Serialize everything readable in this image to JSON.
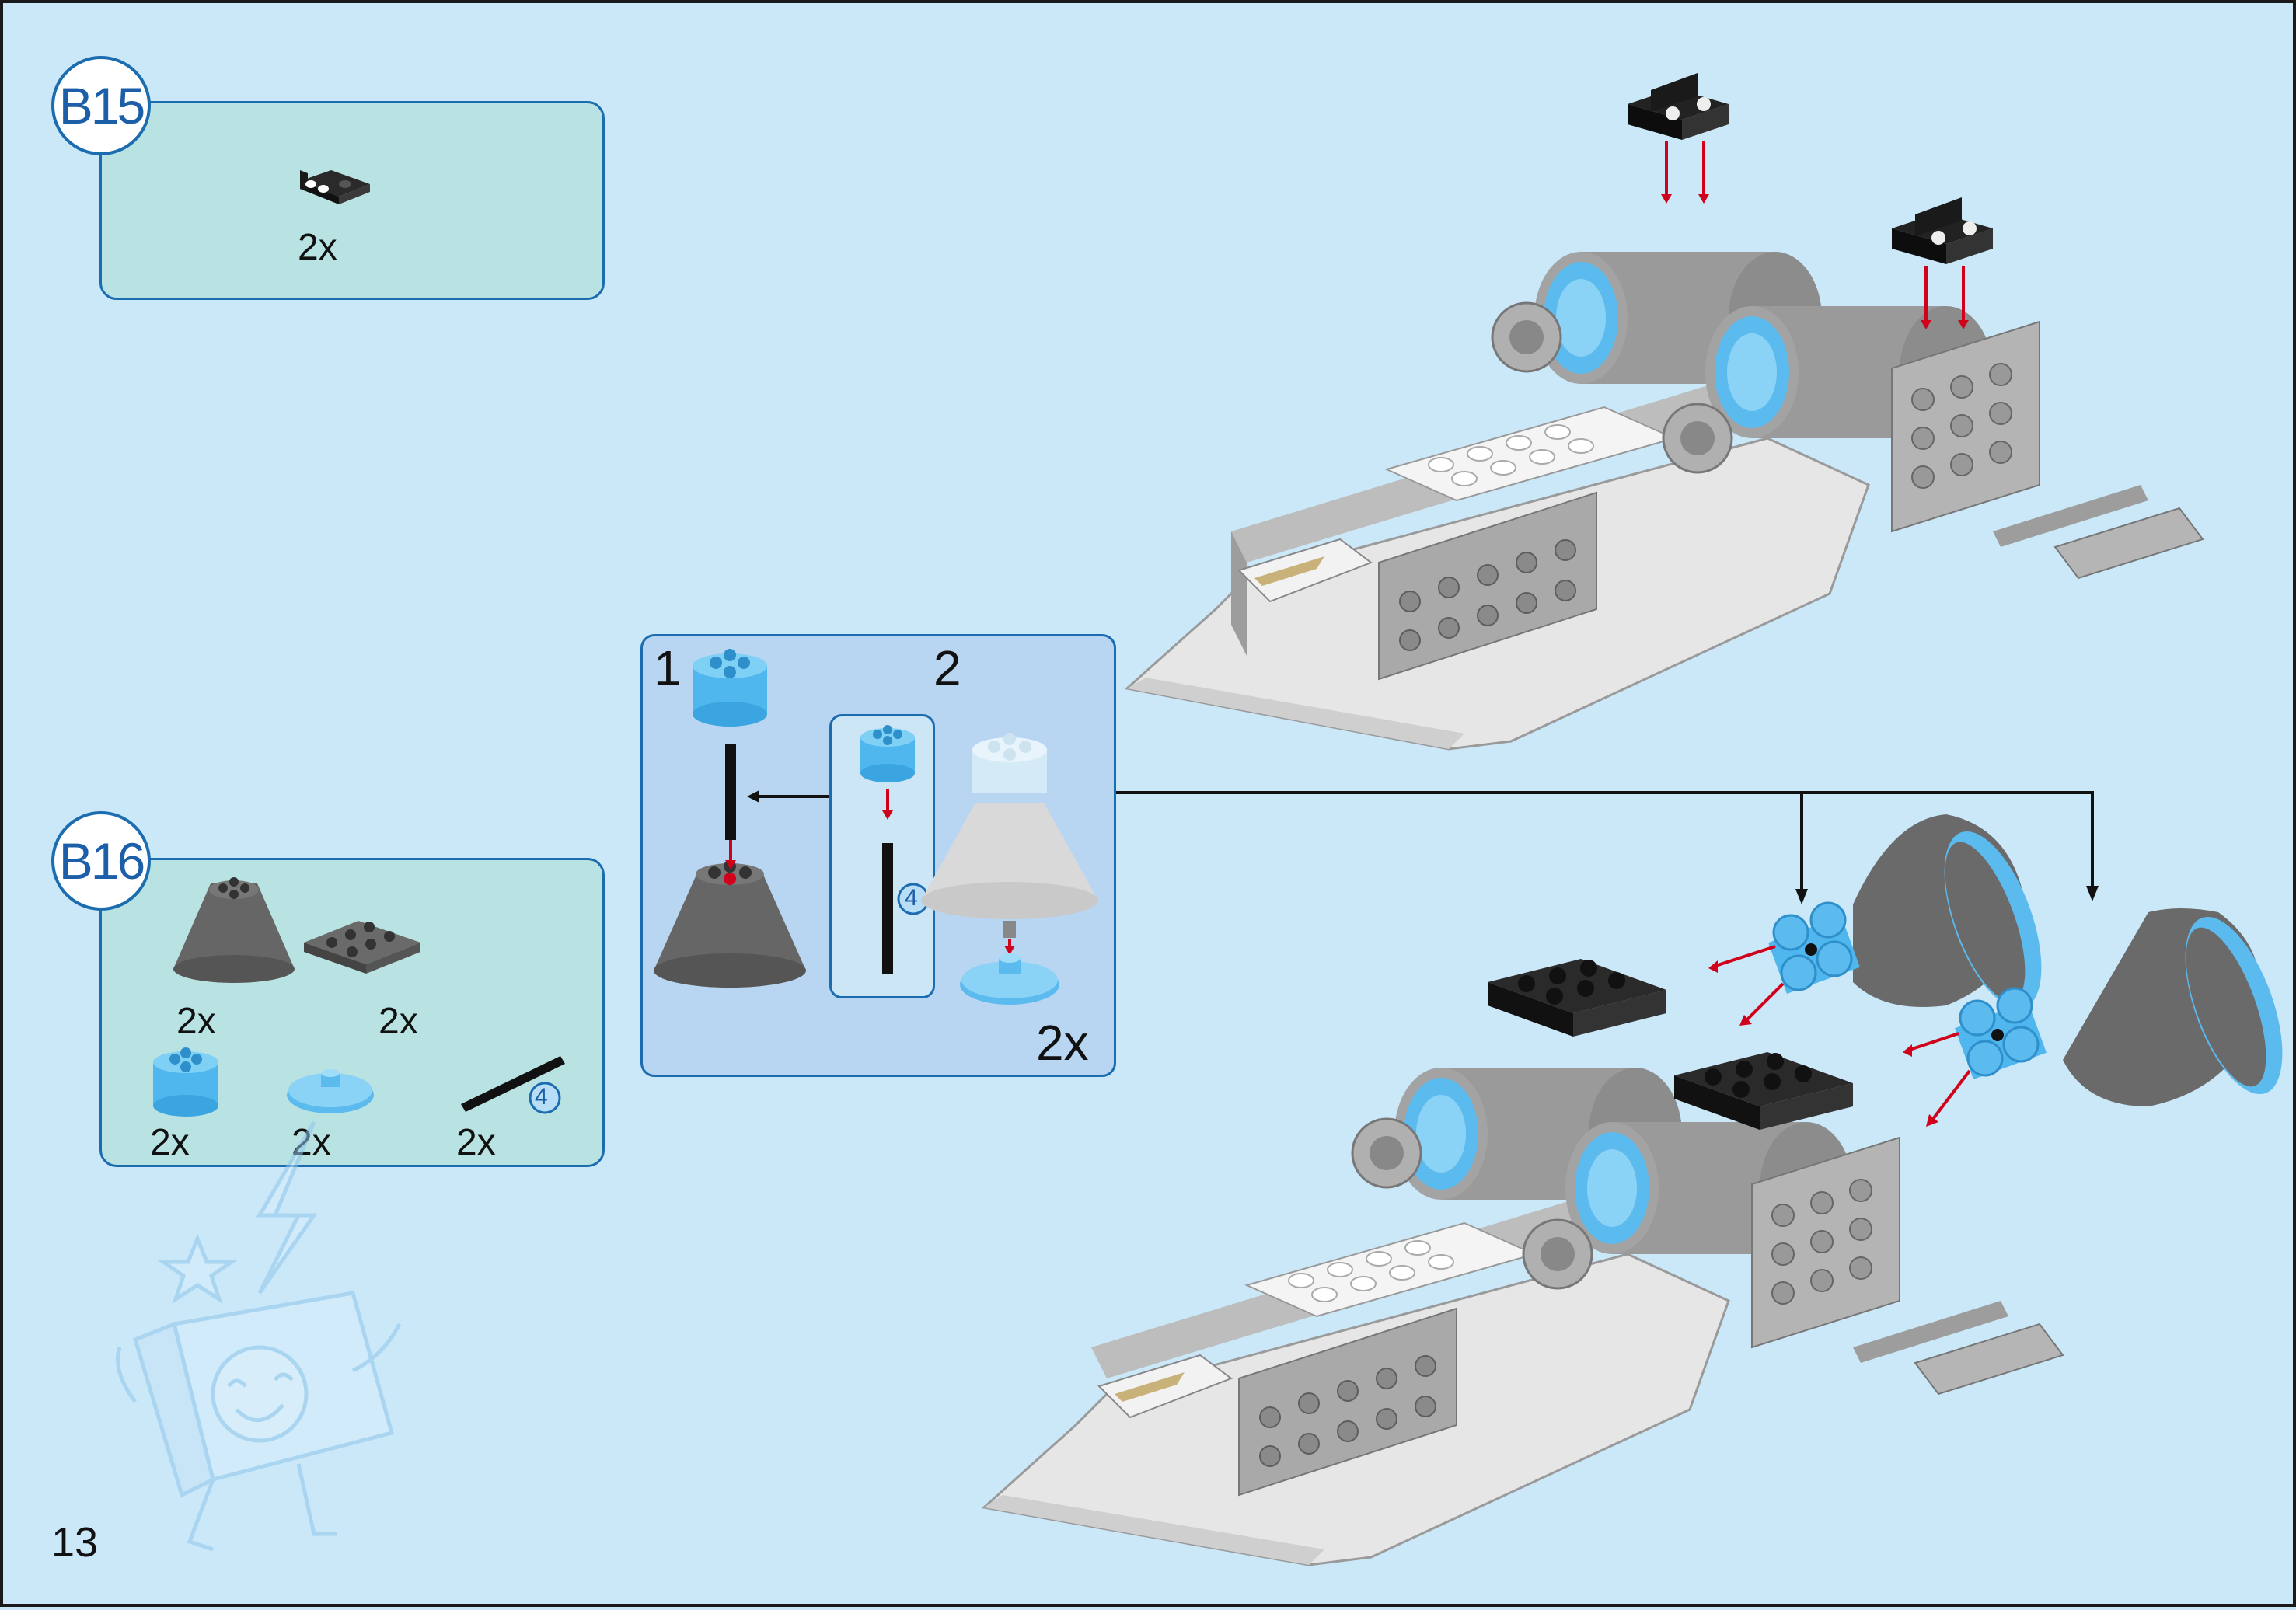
{
  "page_number": "13",
  "steps": {
    "b15": {
      "label": "B15",
      "parts": [
        {
          "name": "black-bracket-plate",
          "qty": "2x"
        }
      ]
    },
    "b16": {
      "label": "B16",
      "parts": [
        {
          "name": "dark-gray-cone",
          "qty": "2x"
        },
        {
          "name": "dark-gray-plate-2x3",
          "qty": "2x"
        },
        {
          "name": "trans-blue-round-brick",
          "qty": "2x"
        },
        {
          "name": "trans-blue-round-dish",
          "qty": "2x"
        },
        {
          "name": "black-axle",
          "qty": "2x",
          "length": "4"
        }
      ]
    }
  },
  "sub_assembly": {
    "step1": "1",
    "step2": "2",
    "multiplier": "2x",
    "axle_length": "4"
  },
  "colors": {
    "background": "#cbe8f9",
    "accent_blue": "#1c6cb0",
    "parts_box": "#b9e3e2",
    "arrow_red": "#d0021b"
  }
}
